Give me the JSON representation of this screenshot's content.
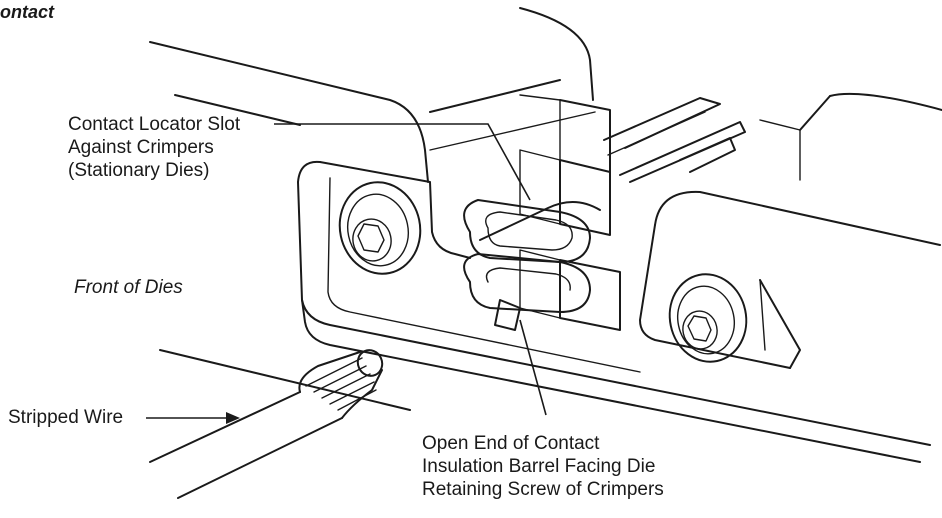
{
  "heading": "ontact",
  "labels": {
    "locator_slot": [
      "Contact Locator Slot",
      "Against Crimpers",
      "(Stationary Dies)"
    ],
    "front_of_dies": "Front of Dies",
    "stripped_wire": "Stripped Wire",
    "open_end": [
      "Open End of Contact",
      "Insulation Barrel Facing Die",
      "Retaining Screw of Crimpers"
    ]
  },
  "colors": {
    "ink": "#1a1a1a",
    "background": "#ffffff"
  }
}
